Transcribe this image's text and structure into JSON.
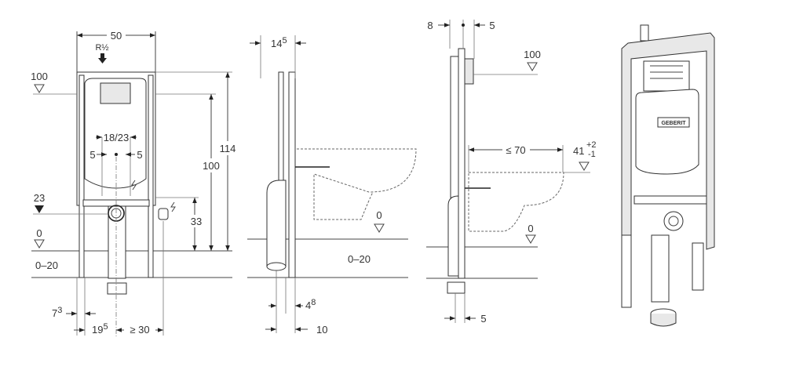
{
  "front_view": {
    "width_label": "50",
    "supply_label": "R½",
    "level_100": "100",
    "level_23": "23",
    "level_0": "0",
    "floor_range": "0–20",
    "height_114": "114",
    "height_100": "100",
    "height_33": "33",
    "spacing_18_23": "18/23",
    "offset_left_5": "5",
    "offset_right_5": "5",
    "post_7": "7",
    "post_7_sup": "3",
    "offset_19": "19",
    "offset_19_sup": "5",
    "electric_min": "≥ 30"
  },
  "side_view": {
    "depth_14": "14",
    "depth_14_sup": "5",
    "floor_range": "0–20",
    "level_0": "0",
    "offset_4": "4",
    "offset_4_sup": "8",
    "offset_10": "10"
  },
  "side_view_bowl": {
    "offset_8": "8",
    "offset_5_top": "5",
    "level_100": "100",
    "bowl_projection": "≤ 70",
    "seat_height": "41",
    "seat_tol_plus": "+2",
    "seat_tol_minus": "-1",
    "level_0": "0",
    "offset_5_bottom": "5"
  },
  "product_view": {
    "brand": "GEBERIT"
  }
}
